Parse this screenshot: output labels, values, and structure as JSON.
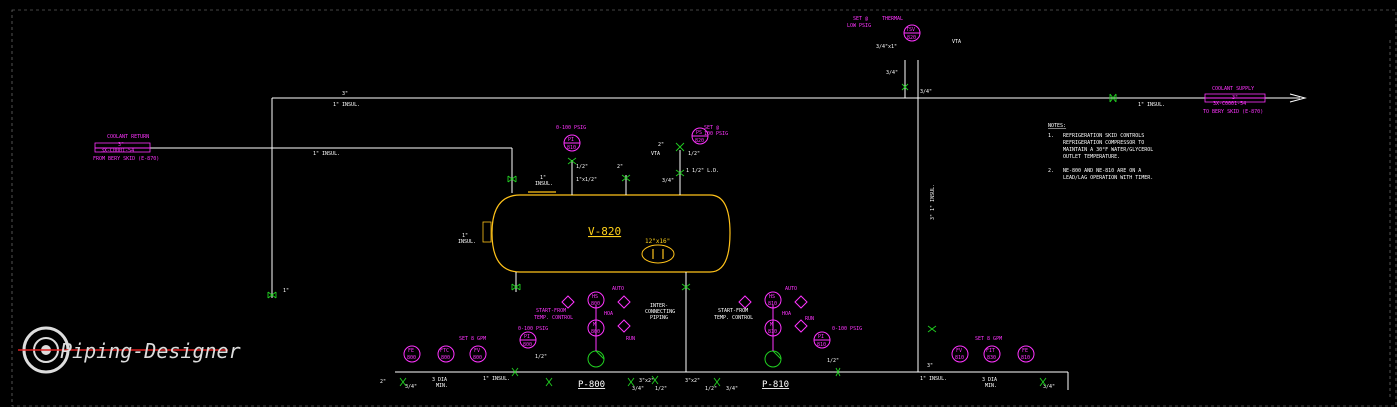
{
  "vessel": {
    "tag": "V-820",
    "manway": "12\"x16\""
  },
  "pumps": {
    "p1": "P-800",
    "p2": "P-810"
  },
  "coolant_supply": {
    "title": "COOLANT SUPPLY",
    "line1": "3\"",
    "line2": "3X-C0001-54",
    "line3": "TO BERY SKID (E-870)"
  },
  "coolant_return": {
    "title": "COOLANT RETURN",
    "line1": "3\"",
    "line2": "3X-C0001-54",
    "line3": "FROM BERY SKID (E-870)"
  },
  "notes": {
    "heading": "NOTES:",
    "n1_num": "1.",
    "n1_l1": "REFRIGERATION SKID CONTROLS",
    "n1_l2": "REFRIGERATION COMPRESSOR TO",
    "n1_l3": "MAINTAIN A 30°F WATER/GLYCEROL",
    "n1_l4": "OUTLET TEMPERATURE.",
    "n2_num": "2.",
    "n2_l1": "NE-800 AND NE-810 ARE ON A",
    "n2_l2": "LEAD/LAG OPERATION WITH TIMER."
  },
  "labels": {
    "three_in": "3\"",
    "one_insul": "1\" INSUL.",
    "one_in": "1\"",
    "three_quarter": "3/4\"",
    "half": "1/2\"",
    "two_in": "2\"",
    "one_half_ld": "1 1/2\" L.D.",
    "insul": "INSUL.",
    "interconnecting": "INTER-",
    "interconnecting2": "CONNECTING",
    "interconnecting3": "PIPING",
    "start_from": "START-FROM",
    "temp_control": "TEMP. CONTROL",
    "set_gpm": "SET 8  GPM",
    "set_at": "SET @",
    "psig_0_100": "0-100 PSIG",
    "psig_100": "100 PSIG",
    "vta": "VTA",
    "thermal": "THERMAL",
    "four_dia": "3 DIA",
    "min": "MIN.",
    "reducer": "3\"x2\"",
    "hun_psig": "LOW PSIG",
    "auto": "AUTO",
    "run": "RUN",
    "hoa": "HOA",
    "three_x_three_quarter": "3/4\"x1\"",
    "one_x_half": "1\"x1/2\"",
    "vertical_insul": "3\" 1\" INSUL."
  },
  "instruments": {
    "pi_810": [
      "PI",
      "810"
    ],
    "pi_820": [
      "PI",
      "820"
    ],
    "ps_820": [
      "PS",
      "820"
    ],
    "pi_800": [
      "PI",
      "800"
    ],
    "pi_810b": [
      "PI",
      "810"
    ],
    "hs_800": [
      "HS",
      "800"
    ],
    "hs_810": [
      "HS",
      "810"
    ],
    "m_800": [
      "M",
      "800"
    ],
    "m_810": [
      "M",
      "810"
    ],
    "fe_800": [
      "FE",
      "800"
    ],
    "fe_810": [
      "FE",
      "810"
    ],
    "ftc_800": [
      "FTC",
      "800"
    ],
    "fit_830": [
      "FIT",
      "830"
    ],
    "fv_800": [
      "FV",
      "800"
    ],
    "fv_810": [
      "FV",
      "810"
    ],
    "tsv_820": [
      "TSV",
      "820"
    ],
    "hs_box": [
      "HS",
      ""
    ]
  },
  "watermark": {
    "brand": "Piping-Designer"
  },
  "colors": {
    "background": "#000000",
    "pipe": "#ffffff",
    "valve": "#21d021",
    "instrument": "#ff33ff",
    "vessel": "#ffc21a"
  }
}
